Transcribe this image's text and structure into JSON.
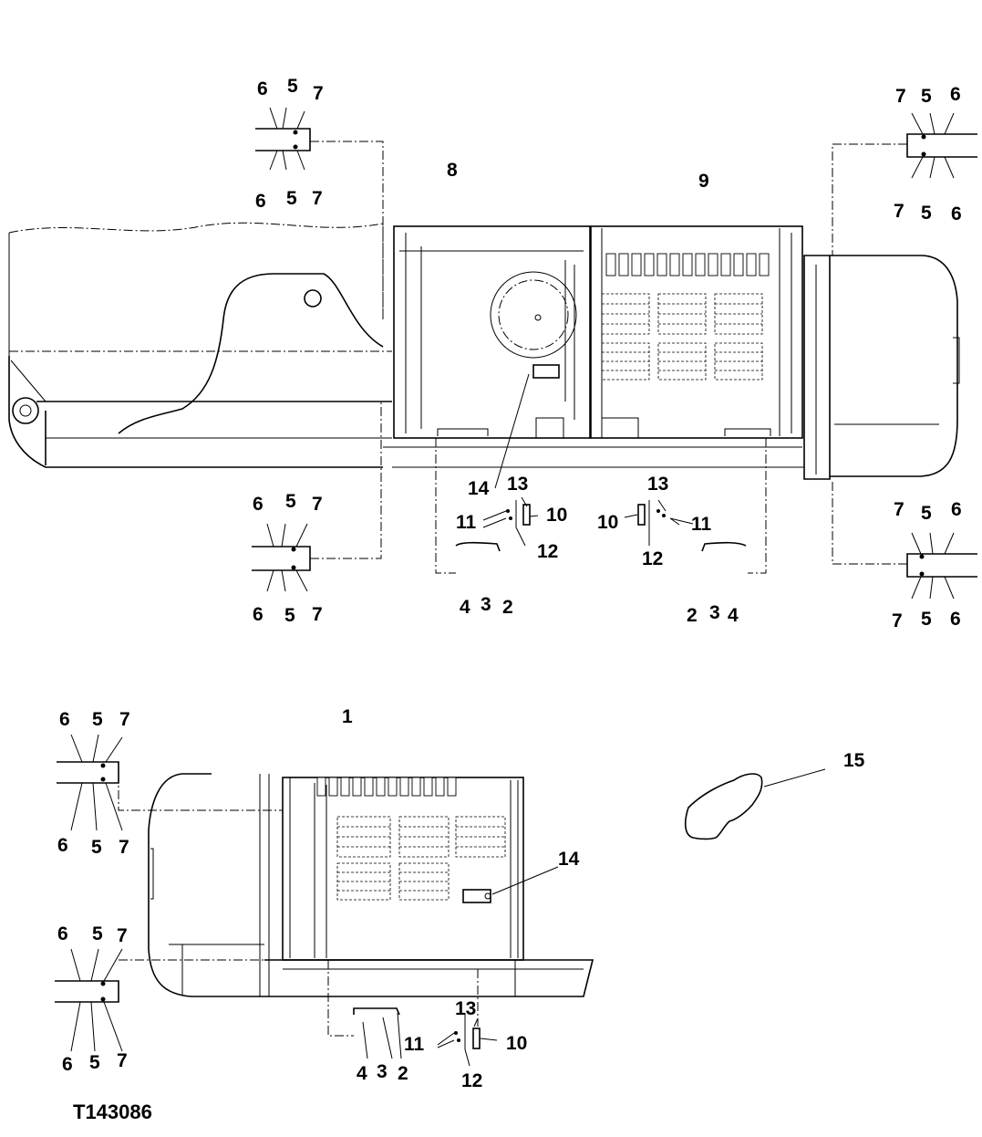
{
  "figure_id": "T143086",
  "callouts": {
    "c1": "1",
    "c2": "2",
    "c3": "3",
    "c4": "4",
    "c5": "5",
    "c6": "6",
    "c7": "7",
    "c8": "8",
    "c9": "9",
    "c10": "10",
    "c11": "11",
    "c12": "12",
    "c13": "13",
    "c14": "14",
    "c15": "15"
  }
}
